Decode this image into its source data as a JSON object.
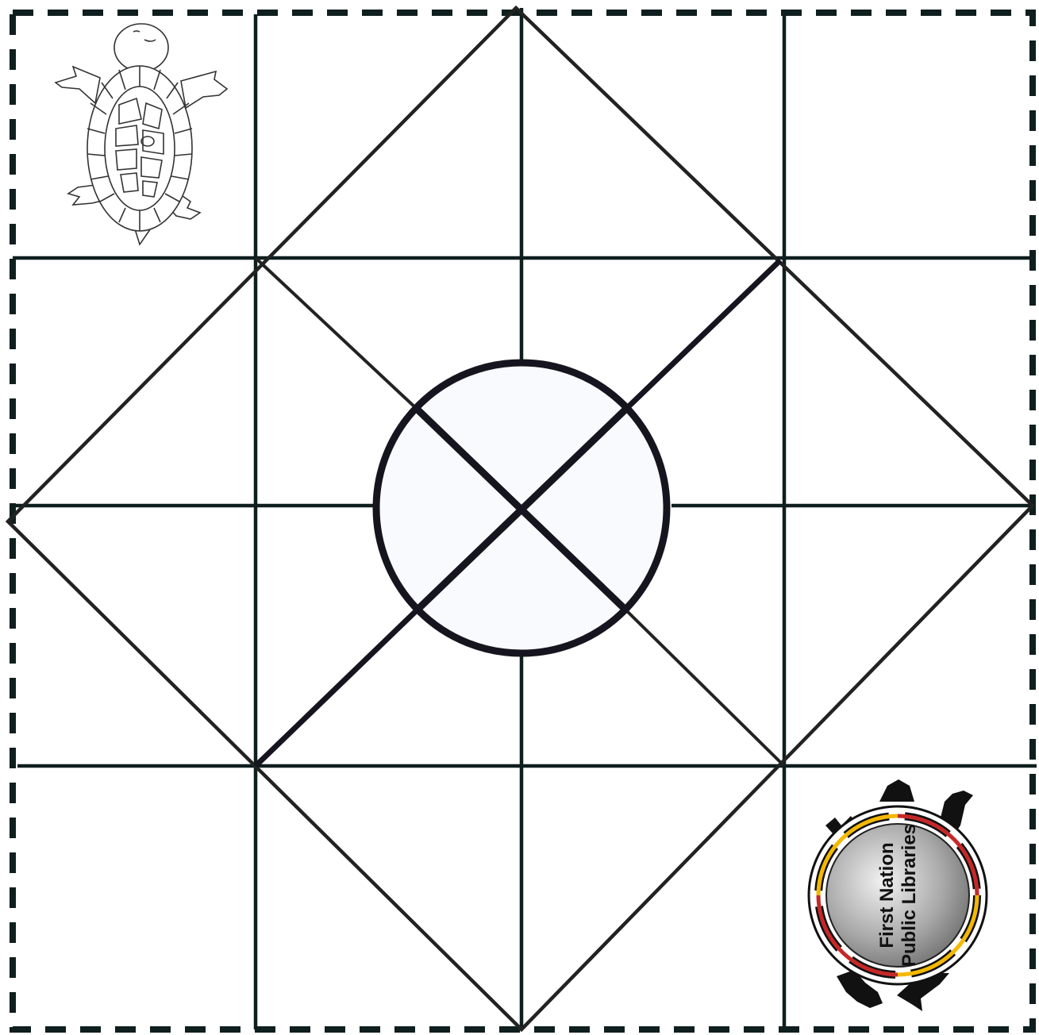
{
  "logo": {
    "line1": "First Nation",
    "line2": "Public Libraries"
  },
  "icons": {
    "top_left": "turtle-outline-icon",
    "bottom_right": "first-nation-public-libraries-turtle-logo"
  },
  "colors": {
    "line": "#0f1e1e",
    "diagonal": "#222222",
    "center_circle_stroke": "#16151f",
    "center_circle_fill": "#f9fafd",
    "logo_red": "#c62828",
    "logo_yellow": "#f5b800",
    "logo_white": "#ffffff",
    "logo_black": "#111111"
  }
}
